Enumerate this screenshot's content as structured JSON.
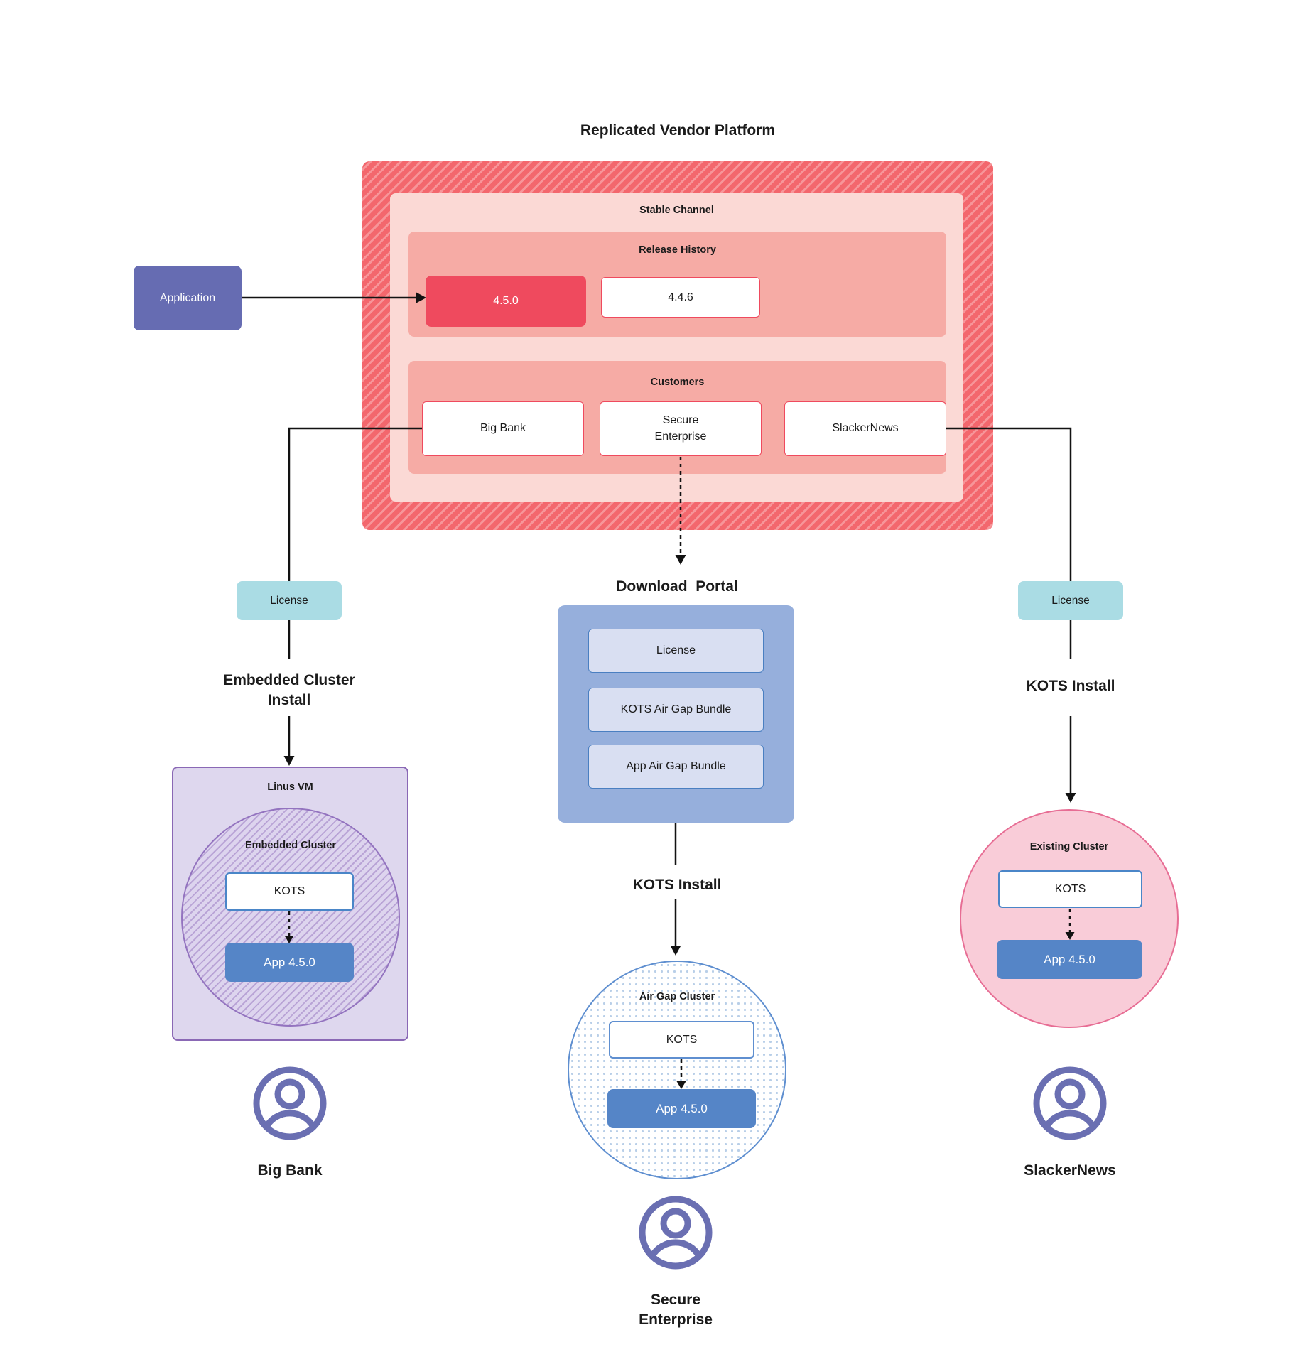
{
  "title": "Replicated Vendor Platform",
  "platform": {
    "stable_channel": "Stable Channel",
    "release_history": "Release History",
    "release_current": "4.5.0",
    "release_previous": "4.4.6",
    "customers_label": "Customers",
    "customer_big_bank": "Big Bank",
    "customer_secure": "Secure\nEnterprise",
    "customer_slackernews": "SlackerNews"
  },
  "application": "Application",
  "left": {
    "license": "License",
    "install": "Embedded Cluster\nInstall",
    "vm": "Linus VM",
    "cluster": "Embedded Cluster",
    "kots": "KOTS",
    "app": "App 4.5.0",
    "persona": "Big Bank"
  },
  "middle": {
    "portal_title": "Download  Portal",
    "portal_items": [
      "License",
      "KOTS Air Gap Bundle",
      "App Air Gap Bundle"
    ],
    "install": "KOTS Install",
    "cluster": "Air Gap Cluster",
    "kots": "KOTS",
    "app": "App 4.5.0",
    "persona": "Secure\nEnterprise"
  },
  "right": {
    "license": "License",
    "install": "KOTS Install",
    "cluster": "Existing Cluster",
    "kots": "KOTS",
    "app": "App 4.5.0",
    "persona": "SlackerNews"
  },
  "colors": {
    "hatch_red": "#f3676d",
    "hatch_red_light": "#f79599",
    "channel_pink": "#fbd9d5",
    "section_salmon": "#f6aba5",
    "release_red": "#ef4a5e",
    "application_purple": "#666cb2",
    "license_cyan": "#aadce4",
    "portal_blue": "#96afdc",
    "portal_item_fill": "#d9dff2",
    "portal_item_border": "#4a7fc1",
    "app_blue": "#5585c7",
    "kots_border_blue": "#4a86c8",
    "vm_lavender": "#ded7ee",
    "vm_border_purple": "#8a68b5",
    "circle_hatch_purple": "#b9a4d6",
    "existing_pink_fill": "#f9ccd8",
    "existing_pink_border": "#e76d94",
    "airgap_blue_border": "#5f8fd0",
    "airgap_dot_blue": "#b9cfe8",
    "persona_icon_purple": "#6a6fb2",
    "connector_black": "#121212"
  }
}
